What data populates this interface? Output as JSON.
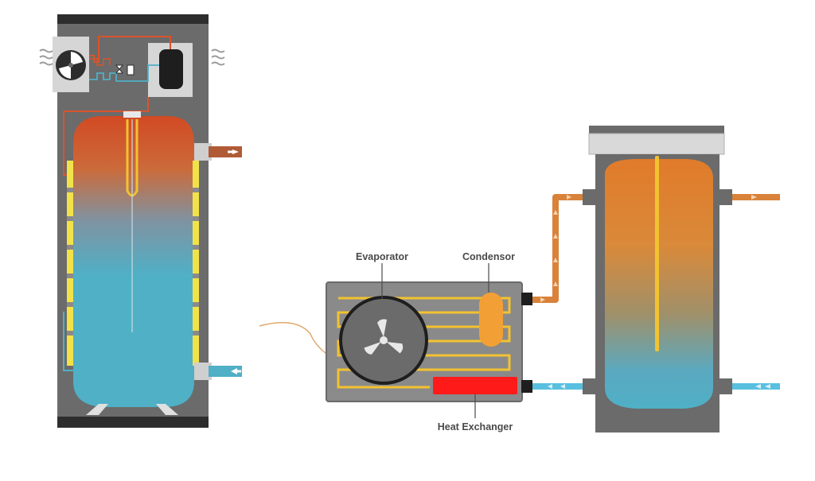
{
  "labels": {
    "evaporator": "Evaporator",
    "condensor": "Condensor",
    "heat_exchanger": "Heat Exchanger"
  },
  "colors": {
    "hot": "#d9542b",
    "warm": "#e0872b",
    "cold": "#4fb0c6",
    "casing": "#6b6b6b",
    "base": "#2d2d2d",
    "heating_coil": "#f2c230",
    "element": "#f7d84a",
    "heat_exchanger": "#ff1a1a",
    "pipe_hot": "#d9823a",
    "pipe_cold": "#59c0e0"
  },
  "icons": [
    "fan-icon",
    "compressor-icon",
    "expansion-valve-icon",
    "hot-outlet-arrow-icon",
    "cold-inlet-arrow-icon",
    "heat-wave-icon"
  ]
}
